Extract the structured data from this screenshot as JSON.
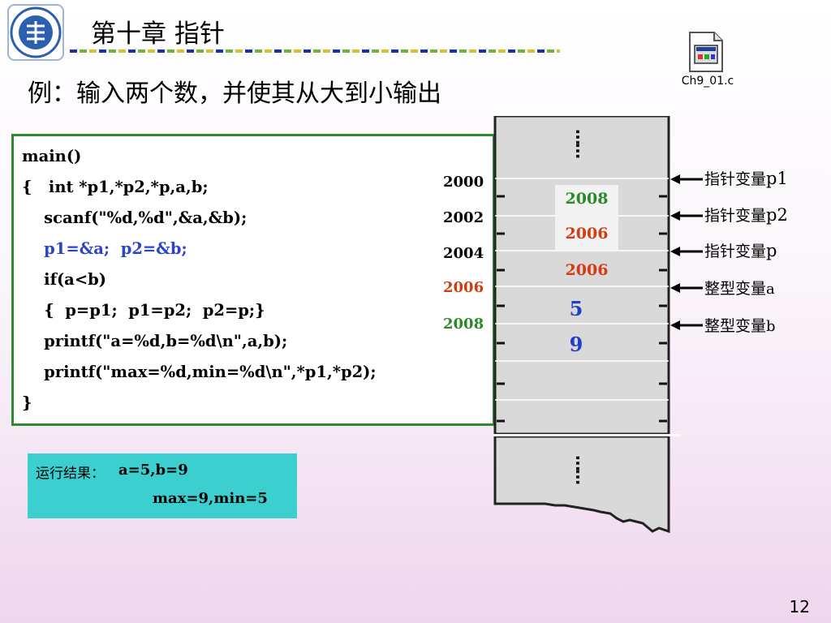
{
  "header": {
    "chapter_title": "第十章 指针",
    "example_heading": "例：输入两个数，并使其从大到小输出"
  },
  "file": {
    "label": "Ch9_01.c"
  },
  "code": {
    "lines": [
      "main()",
      "{   int *p1,*p2,*p,a,b;",
      "    scanf(\"%d,%d\",&a,&b);",
      "    p1=&a;  p2=&b;",
      "    if(a<b)",
      "    {  p=p1;  p1=p2;  p2=p;}",
      "    printf(\"a=%d,b=%d\\n\",a,b);",
      "    printf(\"max=%d,min=%d\\n\",*p1,*p2);",
      "}"
    ]
  },
  "memory": {
    "top_dots": "……",
    "bottom_dots": "……",
    "addresses": [
      "2000",
      "2002",
      "2004",
      "2006",
      "2008"
    ],
    "cells": {
      "p1_value": "2008",
      "p2_value": "2006",
      "p_value": "2006",
      "a_value": "5",
      "b_value": "9"
    },
    "annotations": {
      "p1_prefix": "指针变量",
      "p1_name": "p1",
      "p2_prefix": "指针变量",
      "p2_name": "p2",
      "p_prefix": "指针变量",
      "p_name": "p",
      "a_prefix": "整型变量",
      "a_name": "a",
      "b_prefix": "整型变量",
      "b_name": "b"
    }
  },
  "result": {
    "label": "运行结果：",
    "line1": "a=5,b=9",
    "line2": "max=9,min=5"
  },
  "page_number": "12",
  "colors": {
    "green_address": "#2a8a2a",
    "red_address": "#d23c12",
    "blue_value": "#1f3fc8",
    "code_highlight": "#2b45c8",
    "code_border": "#2f8a2f",
    "result_bg": "#3ccfcf"
  }
}
